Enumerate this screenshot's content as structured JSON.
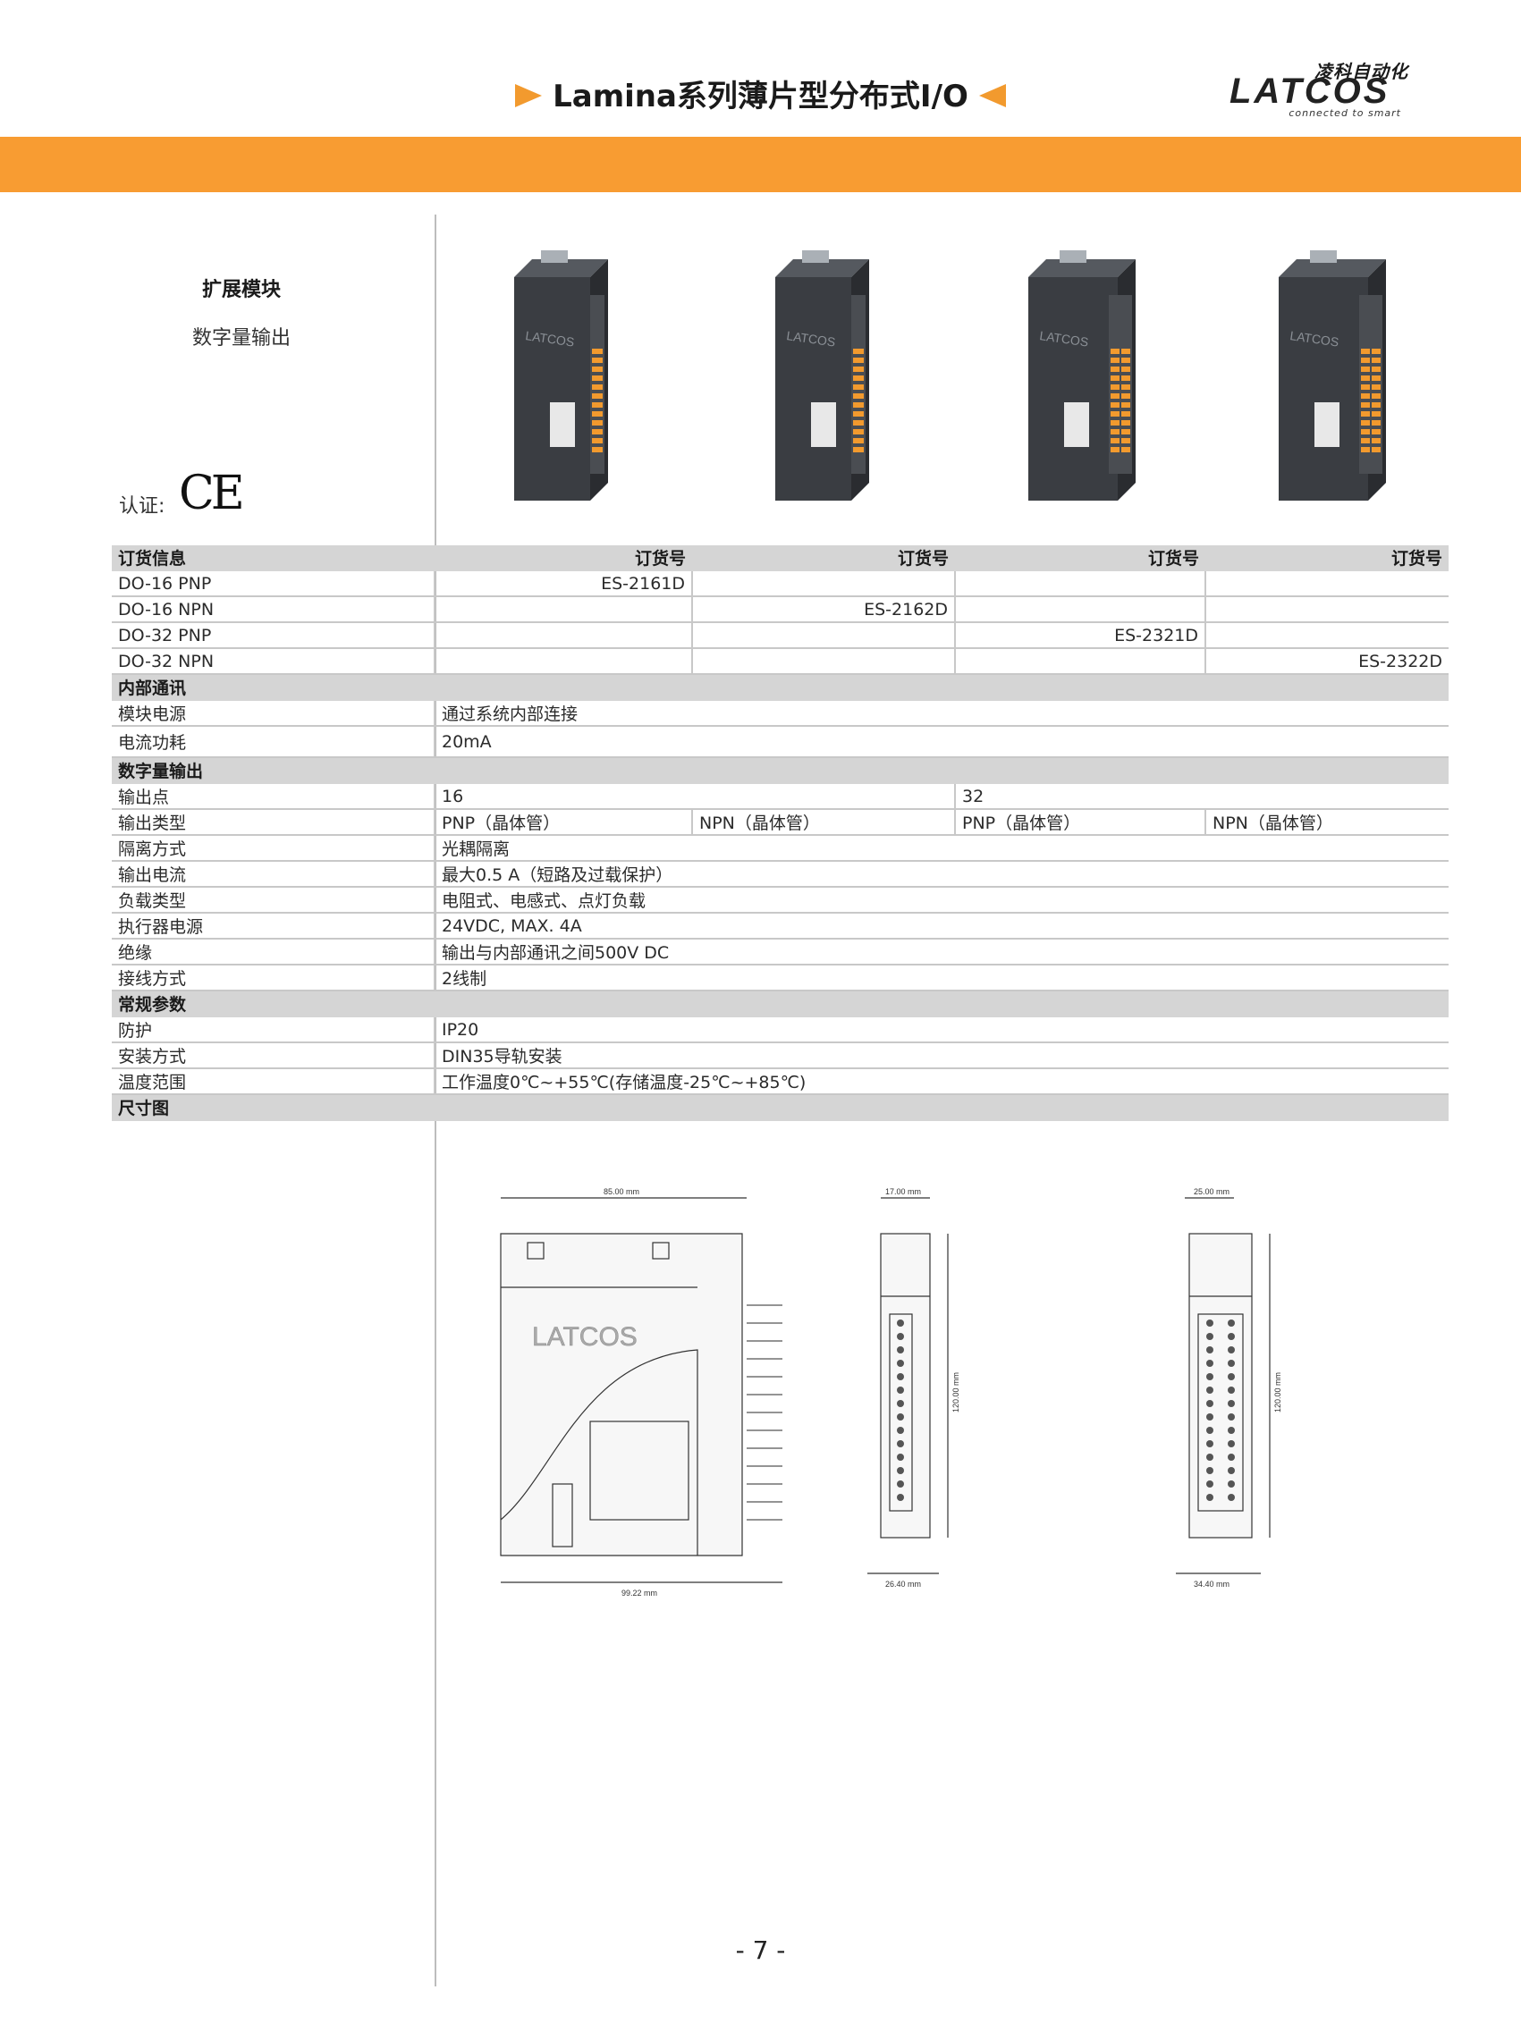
{
  "header": {
    "title": "Lamina系列薄片型分布式I/O",
    "logo_cn": "凌科自动化",
    "logo_main": "LATCOS",
    "logo_tag": "connected to smart",
    "accent": "#f89c32"
  },
  "section": {
    "title": "扩展模块",
    "subtitle": "数字量输出",
    "cert_label": "认证:",
    "cert_mark": "CE"
  },
  "products": [
    {
      "model": "ES-2161D"
    },
    {
      "model": "ES-2162D"
    },
    {
      "model": "ES-2321D"
    },
    {
      "model": "ES-2322D"
    }
  ],
  "table": {
    "ordering_header": "订货信息",
    "order_col": "订货号",
    "rows": {
      "r1": {
        "label": "DO-16  PNP",
        "code": "ES-2161D"
      },
      "r2": {
        "label": "DO-16  NPN",
        "code": "ES-2162D"
      },
      "r3": {
        "label": "DO-32 PNP",
        "code": "ES-2321D"
      },
      "r4": {
        "label": "DO-32 NPN",
        "code": "ES-2322D"
      }
    },
    "internal_comm": {
      "header": "内部通讯",
      "power_label": "模块电源",
      "power_value": "通过系统内部连接",
      "current_label": "电流功耗",
      "current_value": "20mA"
    },
    "digital_output": {
      "header": "数字量输出",
      "points_label": "输出点",
      "points_16": "16",
      "points_32": "32",
      "type_label": "输出类型",
      "type_pnp": "PNP（晶体管）",
      "type_npn": "NPN（晶体管）",
      "isolation_label": "隔离方式",
      "isolation_value": "光耦隔离",
      "out_current_label": "输出电流",
      "out_current_value": "最大0.5 A（短路及过载保护）",
      "load_label": "负载类型",
      "load_value": "电阻式、电感式、点灯负载",
      "actuator_label": "执行器电源",
      "actuator_value": "24VDC, MAX. 4A",
      "insulation_label": "绝缘",
      "insulation_value": "输出与内部通讯之间500V DC",
      "wiring_label": "接线方式",
      "wiring_value": "2线制"
    },
    "general": {
      "header": "常规参数",
      "protection_label": "防护",
      "protection_value": "IP20",
      "mount_label": "安装方式",
      "mount_value": "DIN35导轨安装",
      "temp_label": "温度范围",
      "temp_value": "工作温度0℃~+55℃(存储温度-25℃~+85℃)"
    },
    "dimensions_header": "尺寸图"
  },
  "dimensions": {
    "w1": "85.00 mm",
    "w1b": "99.22 mm",
    "w2": "17.00 mm",
    "w2b": "26.40 mm",
    "h2": "120.00 mm",
    "w3": "25.00  mm",
    "w3b": "34.40  mm",
    "h3": "120.00 mm",
    "brand": "LATCOS"
  },
  "page_number": "- 7 -"
}
